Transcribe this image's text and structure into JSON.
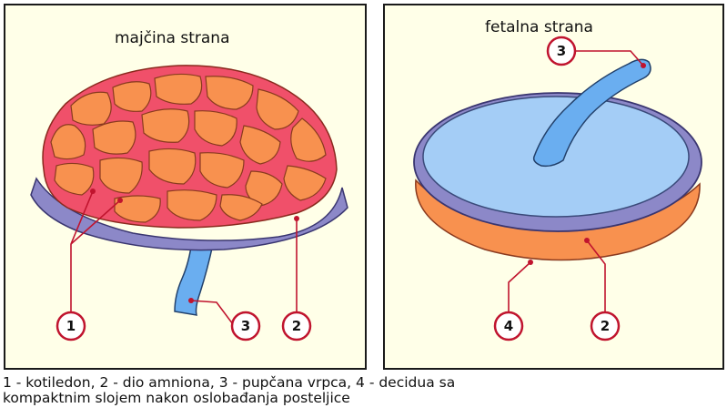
{
  "panels": {
    "left": {
      "title": "majčina strana"
    },
    "right": {
      "title": "fetalna strana"
    }
  },
  "markers": {
    "left_1": "1",
    "left_3": "3",
    "left_2": "2",
    "right_3": "3",
    "right_4": "4",
    "right_2": "2"
  },
  "caption": {
    "line1": "1 - kotiledon, 2 - dio amniona, 3 - pupčana vrpca, 4 - decidua sa",
    "line2": "kompaktnim slojem nakon oslobađanja posteljice"
  },
  "colors": {
    "cotyledon": "#f8914f",
    "cotyledon_border": "#f0506a",
    "amnion": "#8c88c8",
    "cord": "#6aaef0",
    "fetal_surface": "#a4cdf6",
    "decidua": "#f8914f",
    "label_ring": "#c0142e",
    "leader_line": "#c0142e",
    "panel_bg": "#ffffe8"
  }
}
